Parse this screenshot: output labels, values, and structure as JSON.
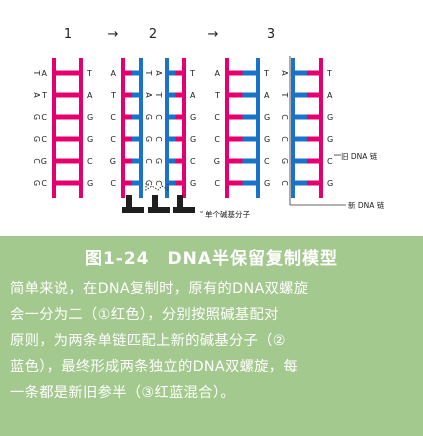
{
  "stage_labels": [
    "1",
    "2",
    "3"
  ],
  "arrow_glyph": "→",
  "helix1": {
    "left": [
      "A",
      "T",
      "C",
      "C",
      "G",
      "C"
    ],
    "right": [
      "T",
      "A",
      "G",
      "G",
      "C",
      "G"
    ]
  },
  "helix2a": {
    "left": [
      "A",
      "T",
      "C",
      "C",
      "G",
      "C"
    ],
    "right": [
      "T",
      "A",
      "G",
      "G",
      "C",
      "G"
    ]
  },
  "helix2b": {
    "left": [
      "A",
      "T",
      "C",
      "C",
      "G",
      "C"
    ],
    "right": [
      "T",
      "A",
      "G",
      "G",
      "C",
      "G"
    ]
  },
  "helix3a": {
    "left": [
      "A",
      "T",
      "C",
      "C",
      "G",
      "C"
    ],
    "right": [
      "T",
      "A",
      "G",
      "G",
      "C",
      "G"
    ]
  },
  "helix3b": {
    "left": [
      "A",
      "T",
      "C",
      "C",
      "G",
      "C"
    ],
    "right": [
      "T",
      "A",
      "G",
      "G",
      "C",
      "G"
    ]
  },
  "old_strand_label": "旧 DNA 链",
  "new_strand_label": "新 DNA 链",
  "nucleotide_label": "单个碱基分子",
  "colors": {
    "old_strand": "#e3006e",
    "new_strand": "#1a73c9",
    "caption_bg": "#a3c98f",
    "nucleotide": "#1f1f1f"
  },
  "caption": {
    "title": "图1-24　DNA半保留复制模型",
    "lines": [
      "简单来说，在DNA复制时，原有的DNA双螺旋",
      "会一分为二（①红色），分别按照碱基配对",
      "原则，为两条单链匹配上新的碱基分子（②",
      "蓝色），最终形成两条独立的DNA双螺旋，每",
      "一条都是新旧参半（③红蓝混合）。"
    ]
  }
}
